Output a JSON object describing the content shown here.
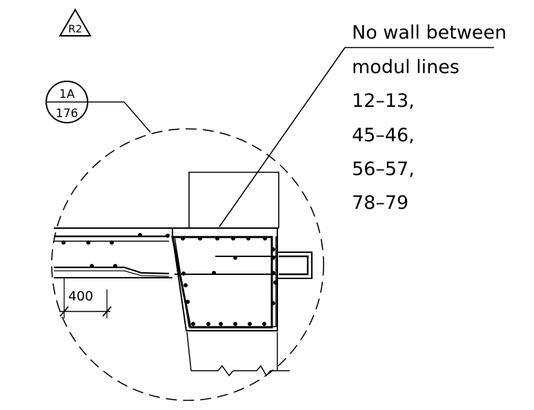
{
  "revision": {
    "label": "R2"
  },
  "section_marker": {
    "top": "1A",
    "bottom": "176"
  },
  "note": {
    "lines": [
      "No wall between",
      "modul lines",
      "12–13,",
      "45–46,",
      "56–57,",
      "78–79"
    ]
  },
  "dimension": {
    "value": "400"
  }
}
